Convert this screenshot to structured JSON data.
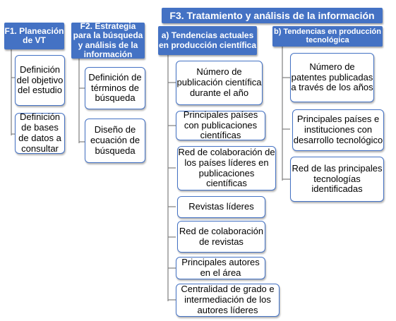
{
  "f1": {
    "title": "F1. Planeación de VT",
    "items": [
      "Definición del objetivo del estudio",
      "Definición de bases de datos a consultar"
    ]
  },
  "f2": {
    "title": "F2. Estrategia para la búsqueda y análisis de la información",
    "items": [
      "Definición de términos de búsqueda",
      "Diseño de ecuación de búsqueda"
    ]
  },
  "f3": {
    "title": "F3. Tratamiento y análisis de la información",
    "a": {
      "title": "a) Tendencias actuales en producción científica",
      "items": [
        "Número de publicación científica durante el año",
        "Principales países con publicaciones científicas",
        "Red de colaboración de los países líderes en publicaciones científicas",
        "Revistas líderes",
        "Red de colaboración de revistas",
        "Principales autores en el área",
        "Centralidad de grado e intermediación de los autores líderes"
      ]
    },
    "b": {
      "title": "b) Tendencias en producción tecnológica",
      "items": [
        "Número de patentes publicadas a través de los años",
        "Principales países e instituciones con desarrollo tecnológico",
        "Red de las principales tecnologías identificadas"
      ]
    }
  },
  "colors": {
    "header": "#4472c4",
    "border": "#4472c4",
    "connector": "#7f7f7f"
  }
}
